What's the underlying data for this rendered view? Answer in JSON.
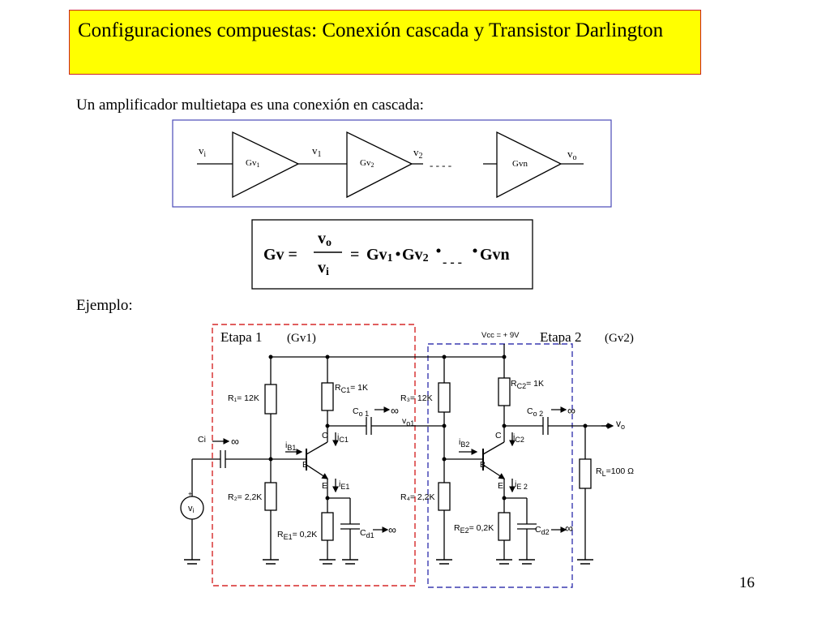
{
  "slide": {
    "title": "Configuraciones compuestas: Conexión cascada y Transistor Darlington",
    "intro": "Un amplificador multietapa es una conexión en cascada:",
    "example": "Ejemplo:",
    "page_number": "16",
    "title_bg": "#ffff00",
    "title_border": "#cc2222"
  },
  "cascade": {
    "vi": "v",
    "vi_sub": "i",
    "v1": "v",
    "v1_sub": "1",
    "v2": "v",
    "v2_sub": "2",
    "vo": "v",
    "vo_sub": "o",
    "gv1": "Gv",
    "gv1_sub": "1",
    "gv2": "Gv",
    "gv2_sub": "2",
    "gvn": "Gvn",
    "dots": "-  -  -  -"
  },
  "formula": {
    "lhs": "Gv  =",
    "num": "v",
    "num_sub": "o",
    "den": "v",
    "den_sub": "i",
    "rhs_eq": "=",
    "g1": "Gv",
    "g1_sub": "1",
    "g2": "Gv",
    "g2_sub": "2",
    "dots": "- - -",
    "gn": "Gvn"
  },
  "circuit": {
    "stage1": "Etapa 1",
    "stage1_gain": "(Gv1)",
    "stage2": "Etapa 2",
    "stage2_gain": "(Gv2)",
    "stage1_color": "#d62828",
    "stage2_color": "#3a3ab0",
    "vcc": "Vcc = + 9V",
    "r1": "R₁= 12K",
    "rc1": "R",
    "rc1_sub": "C1",
    "rc1_val": "= 1K",
    "co1": "C",
    "co1_sub": "o 1",
    "vo1": "v",
    "vo1_sub": "o1",
    "ci": "Ci",
    "ib1": "i",
    "ib1_sub": "B1",
    "ic1": "i",
    "ic1_sub": "C1",
    "c1": "C",
    "b1": "B",
    "e1": "E",
    "ie1": "i",
    "ie1_sub": "E1",
    "r2": "R₂= 2,2K",
    "re1": "R",
    "re1_sub": "E1",
    "re1_val": "= 0,2K",
    "cd1": "C",
    "cd1_sub": "d1",
    "inf": "∞",
    "vi": "v",
    "vi_sub": "i",
    "r3": "R₃= 12K",
    "rc2": "R",
    "rc2_sub": "C2",
    "rc2_val": "= 1K",
    "co2": "C",
    "co2_sub": "o 2",
    "ib2": "i",
    "ib2_sub": "B2",
    "ic2": "i",
    "ic2_sub": "C2",
    "c2": "C",
    "b2": "B",
    "e2": "E",
    "ie2": "i",
    "ie2_sub": "E 2",
    "r4": "R₄= 2,2K",
    "re2": "R",
    "re2_sub": "E2",
    "re2_val": "= 0,2K",
    "cd2": "C",
    "cd2_sub": "d2",
    "rl": "R",
    "rl_sub": "L",
    "rl_val": "=100 Ω",
    "vo": "v",
    "vo_sub": "o"
  }
}
